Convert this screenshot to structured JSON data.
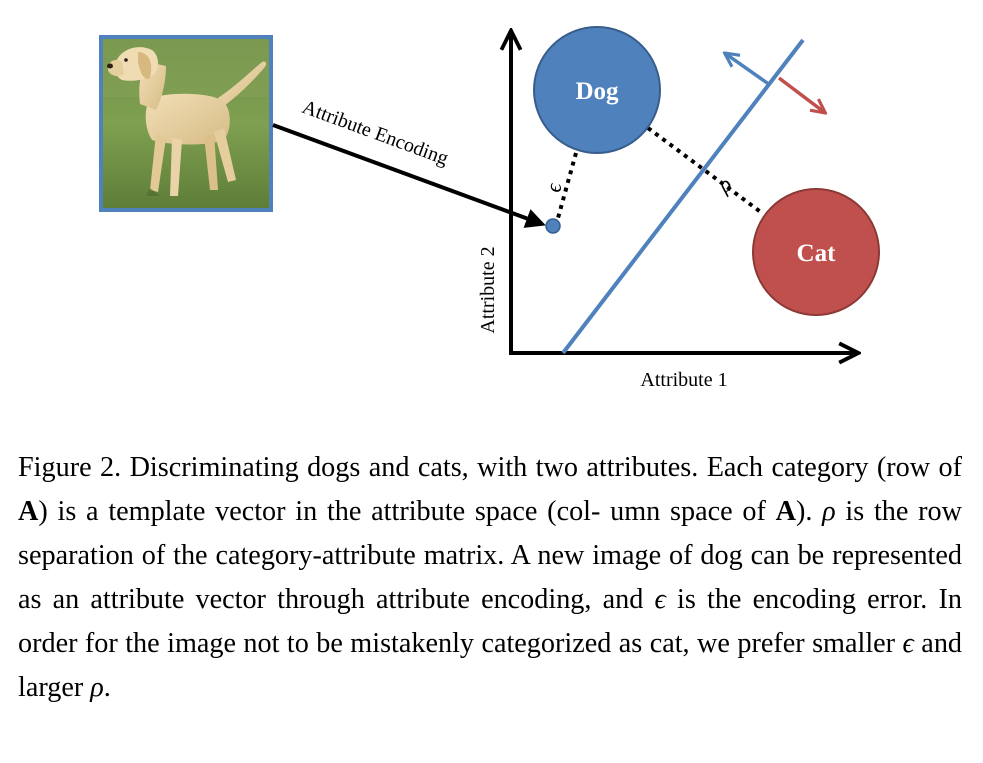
{
  "diagram": {
    "input_image": {
      "subject": "dog-photo"
    },
    "arrow_label": "Attribute Encoding",
    "x_axis_label": "Attribute 1",
    "y_axis_label": "Attribute 2",
    "categories": [
      {
        "label": "Dog",
        "color": "#4F81BD"
      },
      {
        "label": "Cat",
        "color": "#C0504D"
      }
    ],
    "error_symbol": "ϵ",
    "separation_symbol": "ρ",
    "boundary_color": "#4F81BD"
  },
  "caption": {
    "figure_label": "Figure 2.",
    "part1": " Discriminating dogs and cats, with two attributes. Each category (row of ",
    "matrix_symbol_1": "A",
    "part2": ") is a template vector in the attribute space (col- umn space of ",
    "matrix_symbol_2": "A",
    "part3": "). ",
    "rho_1": "ρ",
    "part4": " is the row separation of the category-attribute matrix.  A new image of dog can be represented as an attribute vector through attribute encoding, and ",
    "eps_1": "ϵ",
    "part5": " is the encoding error. In order for the image not to be mistakenly categorized as cat, we prefer smaller ",
    "eps_2": "ϵ",
    "part6": " and larger ",
    "rho_2": "ρ",
    "part7": "."
  }
}
